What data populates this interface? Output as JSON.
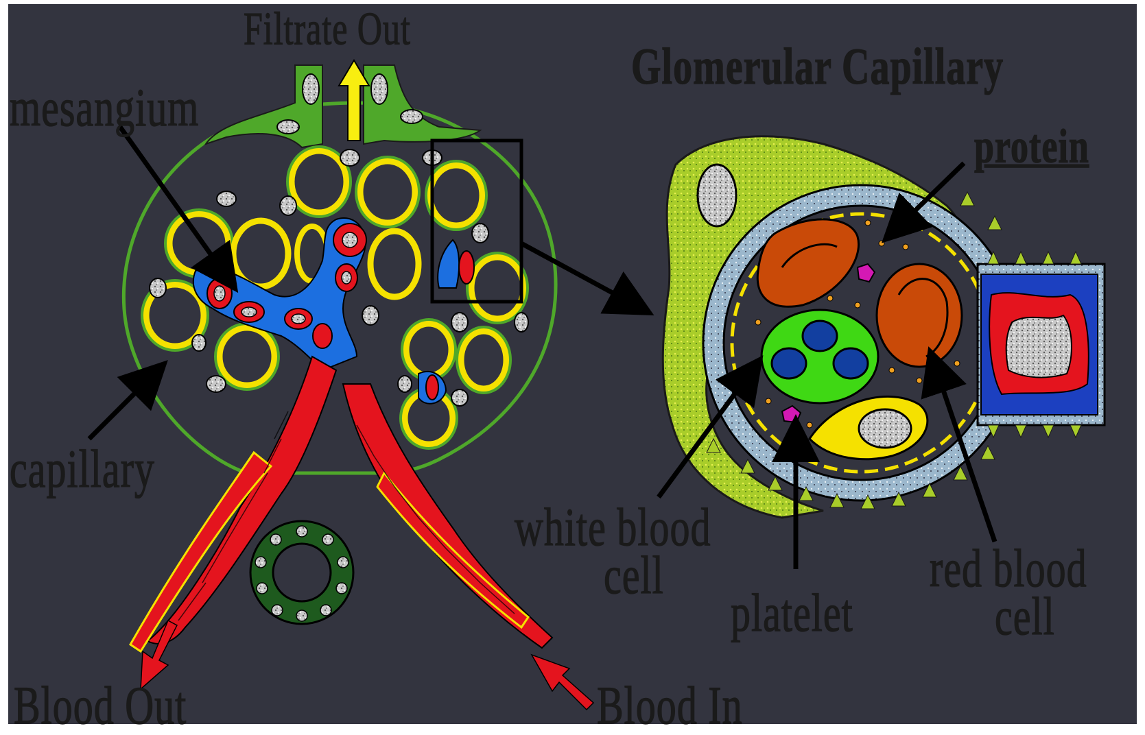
{
  "labels": {
    "filtrate_out": "Filtrate Out",
    "mesangium": "mesangium",
    "capillary": "capillary",
    "blood_out": "Blood Out",
    "blood_in": "Blood In",
    "glomerular_capillary": "Glomerular Capillary",
    "protein": "protein",
    "white_blood_cell_1": "white blood",
    "white_blood_cell_2": "cell",
    "platelet": "platelet",
    "red_blood_cell_1": "red blood",
    "red_blood_cell_2": "cell"
  },
  "colors": {
    "background": "#33343f",
    "capillary_wall": "#f5e100",
    "epithelium": "#4fa82a",
    "mesangium": "#1c6fe0",
    "red_cell": "#e4141e",
    "red_cell_inner": "#c94a08",
    "white_cell": "#3fd814",
    "white_cell_nucleus": "#123fa0",
    "platelet": "#d419b4",
    "tubule": "#1e5a1e",
    "arrow_yellow": "#f8ee10",
    "arrow_red": "#e4141e",
    "basement_membrane": "#8fb0c8"
  }
}
